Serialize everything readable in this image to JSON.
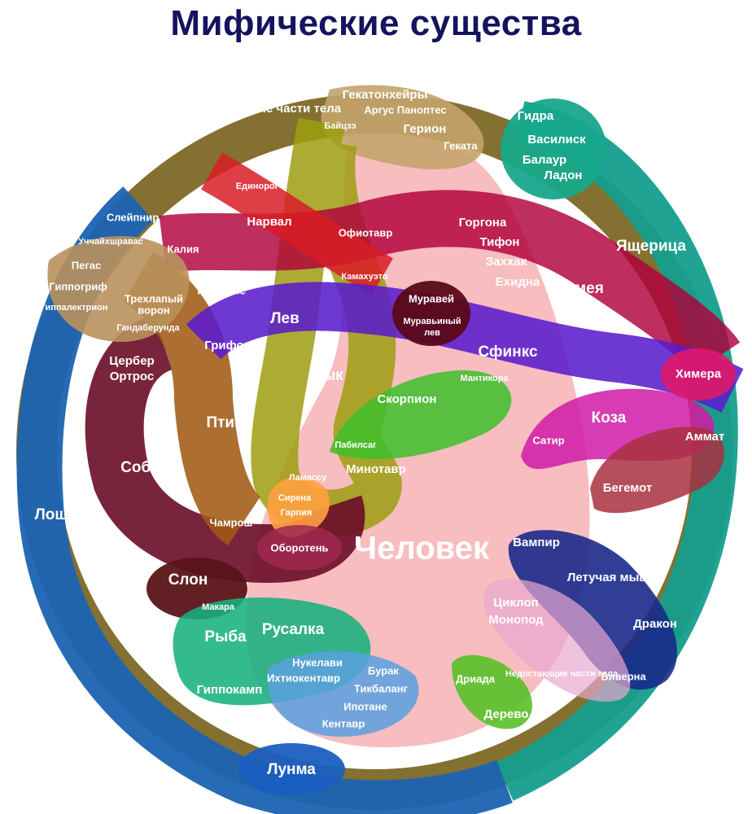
{
  "title": "Мифические существа",
  "groups": {
    "extra_parts": "Дополнительные части тела",
    "lizard": "Ящерица",
    "horse": "Лошадь",
    "human": "Человек",
    "snake": "Змея",
    "lion": "Лев",
    "bull": "Бык",
    "bird": "Птица",
    "dog": "Собака",
    "goat": "Коза",
    "fish": "Рыба",
    "elephant": "Слон",
    "tree": "Дерево",
    "bat": "Летучая мышь",
    "missing_parts": "Недостающие части тела",
    "scorpion": "Скорпион",
    "ant": "Муравей"
  },
  "creatures": {
    "hekatoncheires": "Гекатонхейры",
    "argus": "Аргус Паноптес",
    "baitse": "Байцзэ",
    "geryon": "Герион",
    "hecate": "Геката",
    "hydra": "Гидра",
    "basilisk": "Василиск",
    "balaur": "Балаур",
    "ladon": "Ладон",
    "unicorn": "Единорог",
    "narwhal": "Нарвал",
    "sleipnir": "Слейпнир",
    "uchchaihshravas": "Уччайхшравас",
    "pegasus": "Пегас",
    "hippogriff": "Гиппогриф",
    "hippalectryon": "Гиппалектрион",
    "kaliya": "Калия",
    "ophiotaurus": "Офиотавр",
    "kamahueto": "Камахуэто",
    "gorgon": "Горгона",
    "typhon": "Тифон",
    "zahhak": "Заххак",
    "echidna": "Ехидна",
    "three_legged_crow_1": "Трехлапый",
    "three_legged_crow_2": "ворон",
    "gandaberunda": "Гандаберунда",
    "cockatrice": "Кокатрис",
    "griffin": "Грифон",
    "myrmecoleon_1": "Муравьиный",
    "myrmecoleon_2": "лев",
    "sphinx": "Сфинкс",
    "manticore": "Мантикора",
    "chimera": "Химера",
    "cerberus": "Цербер",
    "orthrus": "Ортрос",
    "satyr": "Сатир",
    "ammit": "Аммат",
    "pabilsag": "Пабилсаг",
    "lamassu": "Ламассу",
    "minotaur": "Минотавр",
    "siren": "Сирена",
    "harpy": "Гарпия",
    "behemoth": "Бегемот",
    "chamrosh": "Чамрош",
    "werewolf": "Оборотень",
    "vampire": "Вампир",
    "makara": "Макара",
    "mermaid": "Русалка",
    "cyclops": "Циклоп",
    "monopod": "Монопод",
    "dragon": "Дракон",
    "nuckelavee": "Нукелави",
    "ichthyocentaur": "Ихтиокентавр",
    "buraq": "Бурак",
    "tikbalang": "Тикбаланг",
    "ipotane": "Ипотане",
    "centaur": "Кентавр",
    "hippocamp": "Гиппокамп",
    "dryad": "Дриада",
    "wyvern": "Виверна",
    "lunma": "Лунма"
  }
}
